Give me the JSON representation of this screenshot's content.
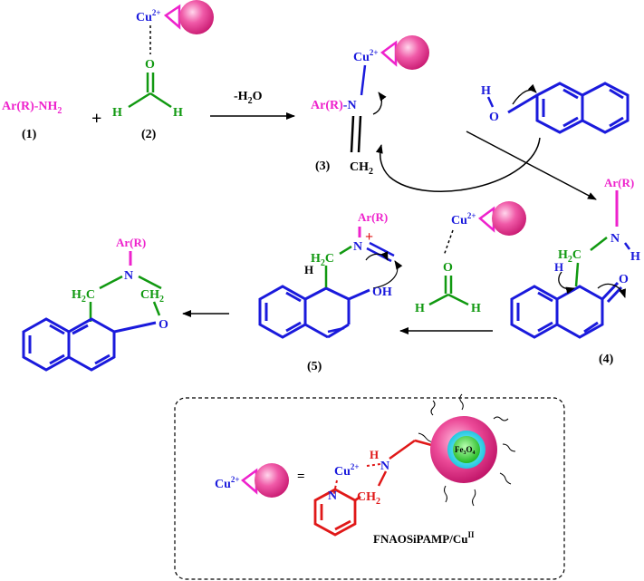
{
  "labels": {
    "cmp1": "(1)",
    "cmp2": "(2)",
    "cmp3": "(3)",
    "cmp4": "(4)",
    "cmp5": "(5)",
    "water_loss": "-H",
    "water_sub": "2",
    "water_o": "O",
    "catalyst_name": "FNAOSiPAMP/Cu",
    "catalyst_sup": "II",
    "equals": "="
  },
  "atoms": {
    "amine": "Ar(R)-NH",
    "amine_sub": "2",
    "plus": "+",
    "cu": "Cu",
    "cu_charge": "2+",
    "o": "O",
    "h": "H",
    "n": "N",
    "ch2": "CH",
    "h2c": "H",
    "c": "C",
    "two": "2",
    "oh": "OH",
    "arr": "Ar(R)",
    "arr_n": "Ar(R)-N",
    "fe": "Fe",
    "fe_sub": "3",
    "fe_o": "O",
    "fe_sub2": "4",
    "iminium_plus": "+"
  },
  "colors": {
    "magenta": "#ee22cc",
    "green": "#119911",
    "blue": "#1a1adc",
    "red": "#e01818",
    "black": "#000000",
    "sphere": "#e0307a",
    "core_cyan": "#33ddee",
    "core_green": "#33cc33"
  }
}
